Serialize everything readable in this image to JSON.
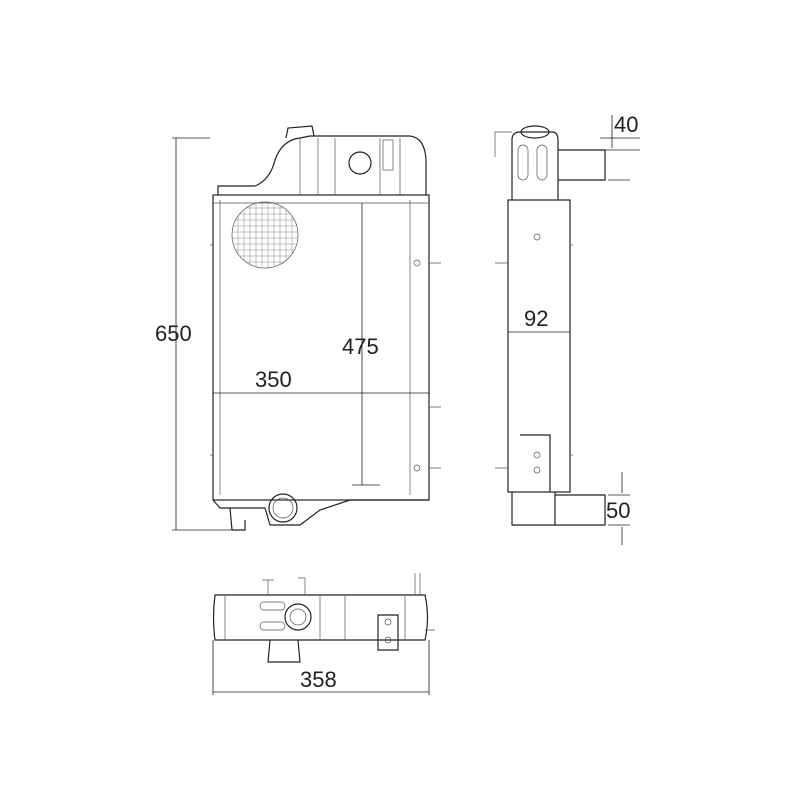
{
  "dimensions": {
    "overall_height": "650",
    "core_height": "475",
    "core_width": "350",
    "depth": "92",
    "upper_hose": "40",
    "lower_hose": "50",
    "overall_width": "358"
  },
  "colors": {
    "line": "#222222",
    "background": "#ffffff"
  }
}
